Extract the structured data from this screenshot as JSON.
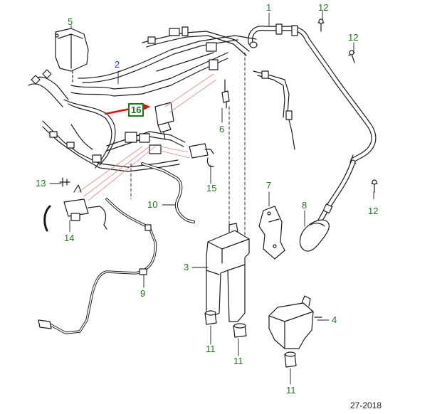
{
  "diagram": {
    "callouts": {
      "c1": "1",
      "c2": "2",
      "c3": "3",
      "c4": "4",
      "c5": "5",
      "c6": "6",
      "c7": "7",
      "c8": "8",
      "c9": "9",
      "c10": "10",
      "c11a": "11",
      "c11b": "11",
      "c11c": "11",
      "c12a": "12",
      "c12b": "12",
      "c12c": "12",
      "c13": "13",
      "c14": "14",
      "c15": "15",
      "c16": "16"
    },
    "footer": "27-2018",
    "colors": {
      "line": "#1a1a1a",
      "callout": "#1a7a1a",
      "callout_alt": "#1f3fbf",
      "highlight_arrow": "#e01010",
      "leader_red": "#e88080"
    }
  }
}
